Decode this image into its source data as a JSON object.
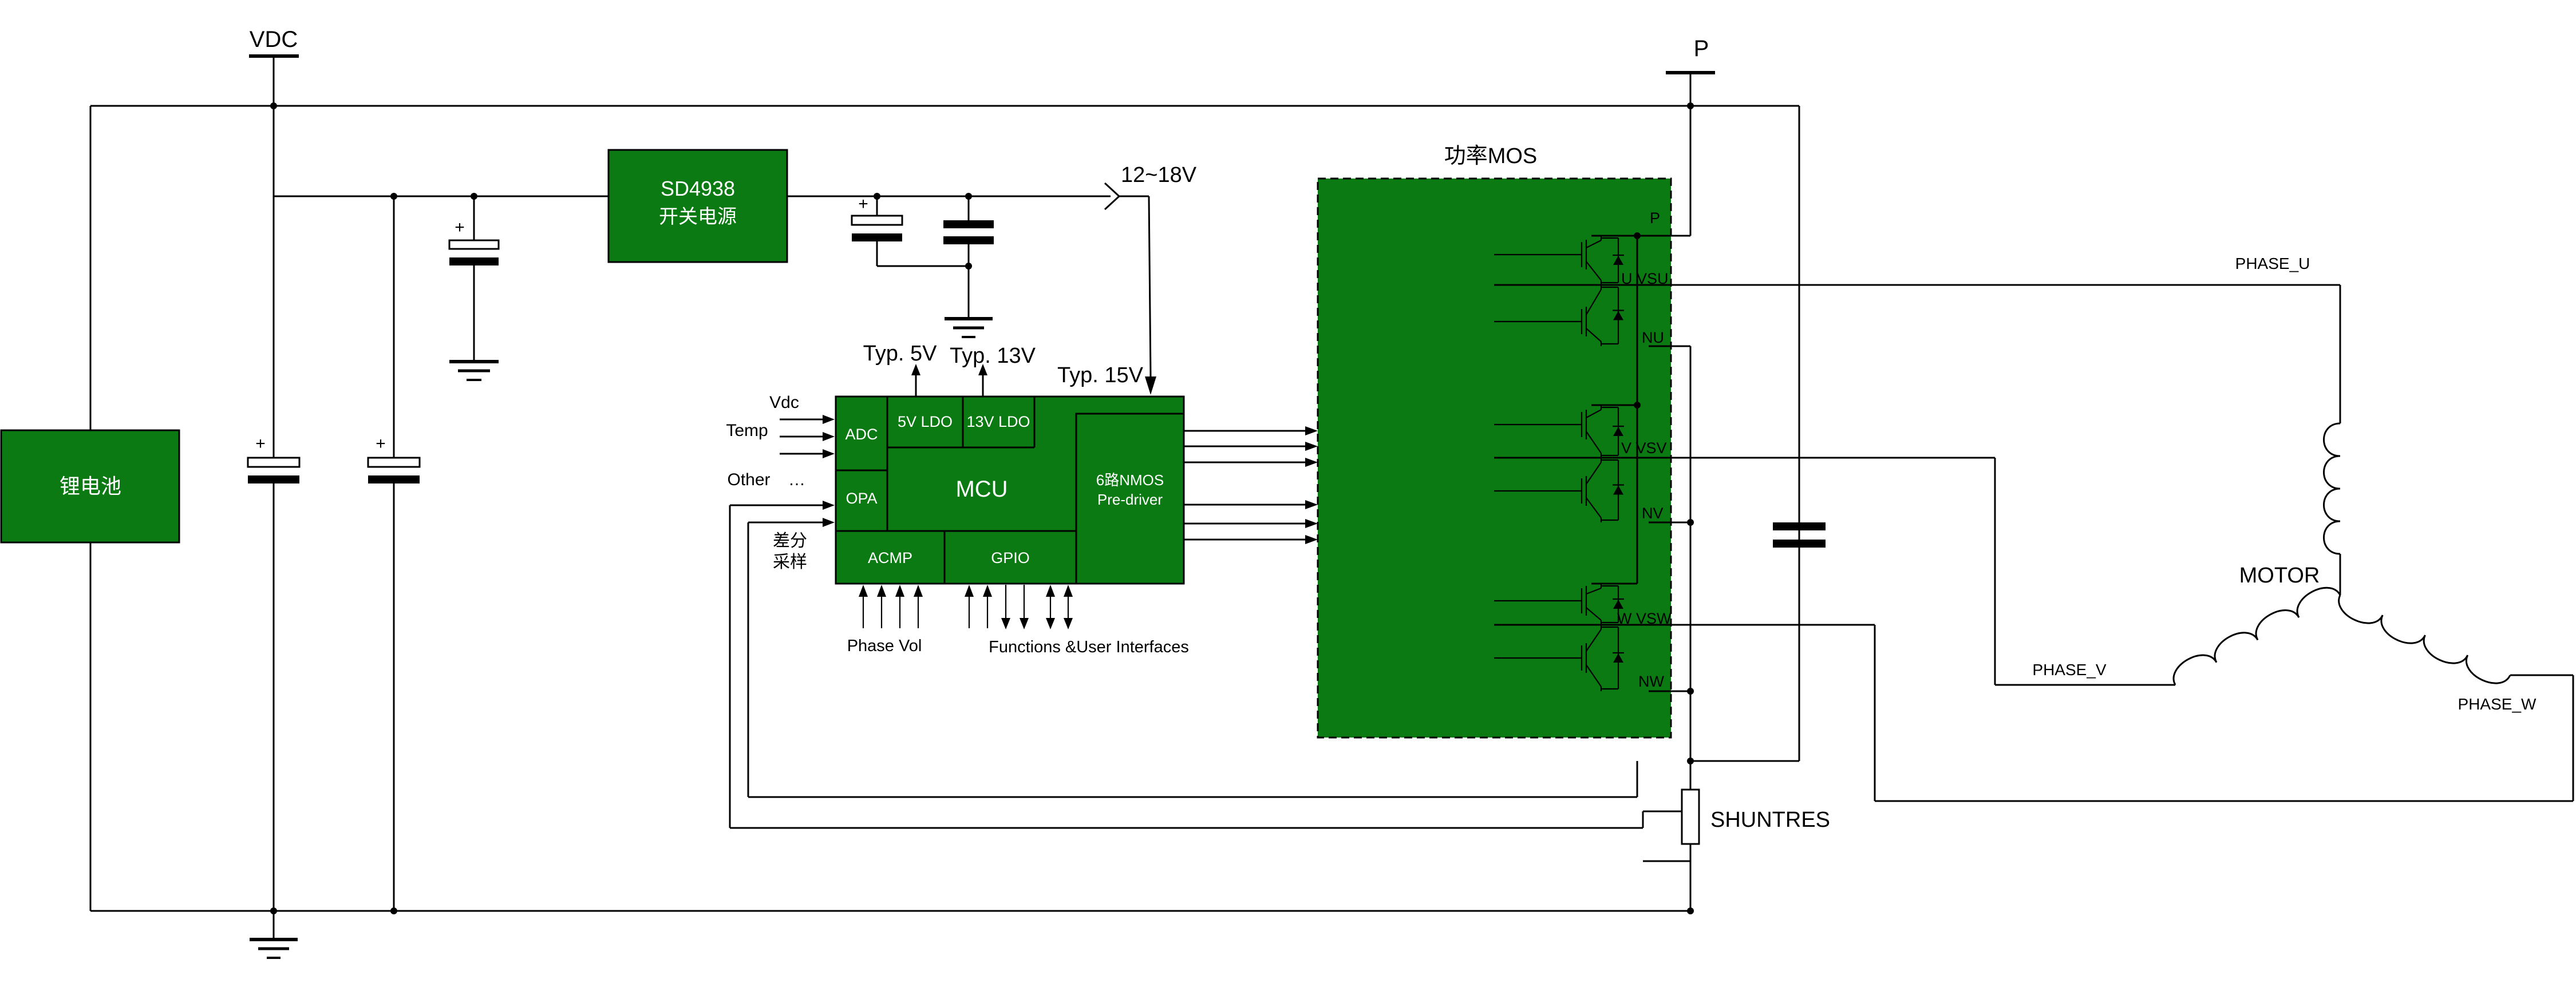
{
  "colors": {
    "block_fill": "#0b7a12",
    "wire": "#000000",
    "text_on_block": "#ffffff"
  },
  "labels": {
    "vdc": "VDC",
    "p_top": "P",
    "battery": "锂电池",
    "sd_part": "SD4938",
    "sd_desc": "开关电源",
    "v_range": "12~18V",
    "power_mos": "功率MOS",
    "typ5": "Typ. 5V",
    "typ13": "Typ. 13V",
    "typ15": "Typ. 15V",
    "adc": "ADC",
    "ldo5": "5V LDO",
    "ldo13": "13V LDO",
    "opa": "OPA",
    "mcu": "MCU",
    "acmp": "ACMP",
    "gpio": "GPIO",
    "predriver_1": "6路NMOS",
    "predriver_2": "Pre-driver",
    "vdc_in": "Vdc",
    "temp_in": "Temp",
    "other_in": "Other",
    "dots": "…",
    "diff_1": "差分",
    "diff_2": "采样",
    "phase_vol": "Phase Vol",
    "functions": "Functions &User Interfaces",
    "pin_p": "P",
    "pin_u_vsu": "U VSU",
    "pin_nu": "NU",
    "pin_v_vsv": "V VSV",
    "pin_nv": "NV",
    "pin_w_vsw": "W VSW",
    "pin_nw": "NW",
    "phase_u": "PHASE_U",
    "phase_v": "PHASE_V",
    "phase_w": "PHASE_W",
    "motor": "MOTOR",
    "shunt": "SHUNTRES",
    "plus": "+"
  }
}
